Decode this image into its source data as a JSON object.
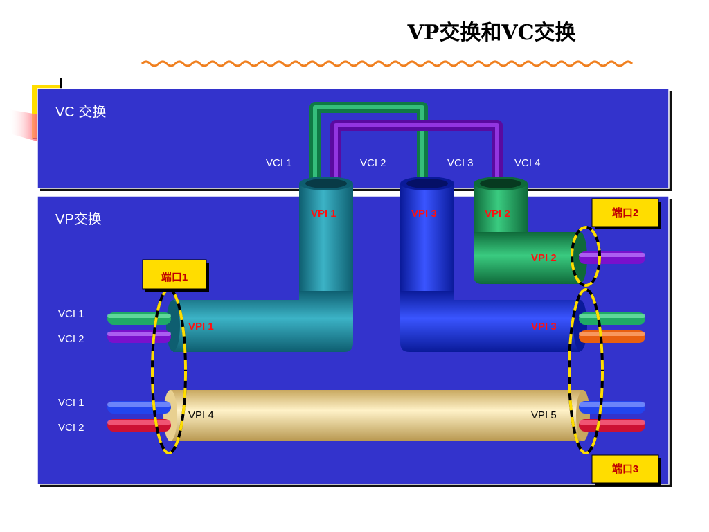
{
  "title": "VP交换和VC交换",
  "vc_section": {
    "title": "VC 交换",
    "vci_labels": [
      "VCI 1",
      "VCI 2",
      "VCI 3",
      "VCI 4"
    ],
    "vpi_labels": [
      "VPI 1",
      "VPI 3",
      "VPI 2"
    ]
  },
  "vp_section": {
    "title": "VP交换",
    "left_vci": [
      "VCI 1",
      "VCI 2",
      "VCI 1",
      "VCI 2"
    ],
    "vpi_left_upper": "VPI 1",
    "vpi_right_upper": "VPI 3",
    "vpi_port2": "VPI 2",
    "vpi_left_lower": "VPI 4",
    "vpi_right_lower": "VPI 5"
  },
  "ports": {
    "port1": "端口1",
    "port2": "端口2",
    "port3": "端口3"
  },
  "colors": {
    "panel": "#3333cc",
    "teal_pipe": "#1a8aa0",
    "blue_pipe": "#1a33dd",
    "green_pipe": "#22a060",
    "tan_pipe": "#f0dca0",
    "vc_green": "#1faa66",
    "vc_purple": "#7a10cc",
    "cable_blue": "#2244ee",
    "cable_red": "#cc1133",
    "cable_orange": "#e86010",
    "port_box": "#ffdd00"
  }
}
